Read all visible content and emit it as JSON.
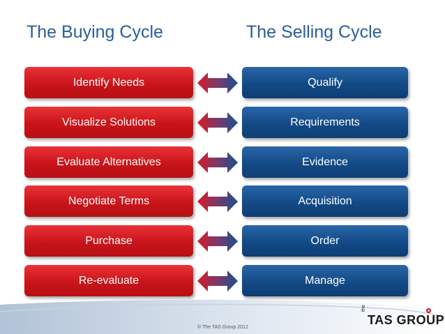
{
  "titles": {
    "buying": "The Buying Cycle",
    "selling": "The Selling Cycle"
  },
  "buying_steps": [
    "Identify Needs",
    "Visualize Solutions",
    "Evaluate Alternatives",
    "Negotiate Terms",
    "Purchase",
    "Re-evaluate"
  ],
  "selling_steps": [
    "Qualify",
    "Requirements",
    "Evidence",
    "Acquisition",
    "Order",
    "Manage"
  ],
  "footer": {
    "copyright": "© The TAS Group 2012",
    "logo_the": "the",
    "logo_text": "TAS GROUP"
  },
  "colors": {
    "buying": "#c9141a",
    "selling": "#134a86",
    "title": "#2a5d9c"
  },
  "icons": {
    "connector": "double-headed-arrow-icon"
  }
}
